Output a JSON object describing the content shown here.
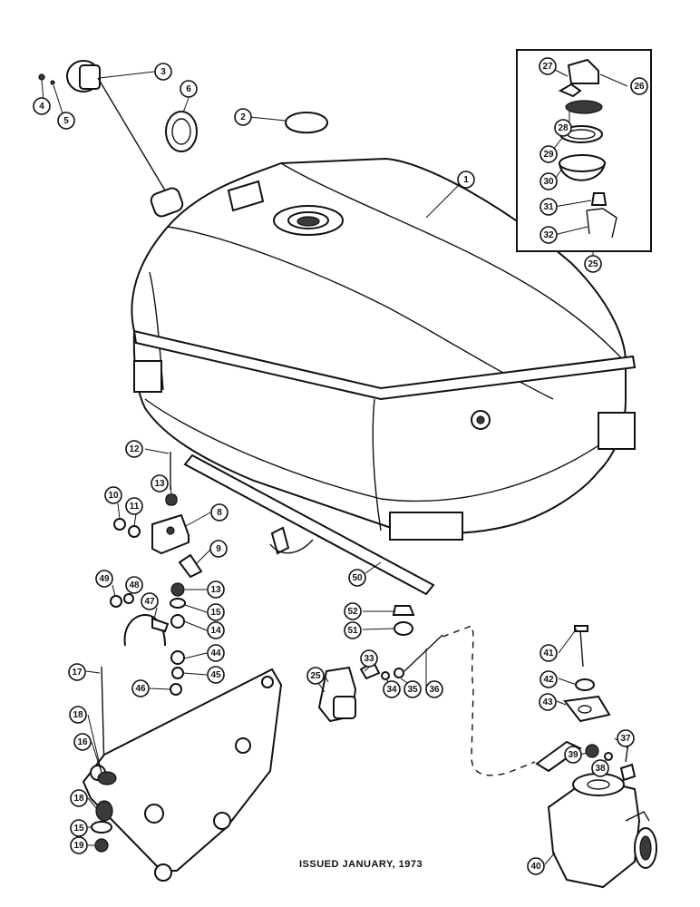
{
  "footer": {
    "issued": "ISSUED JANUARY, 1973"
  },
  "callouts": [
    {
      "id": "c1",
      "label": "1"
    },
    {
      "id": "c2",
      "label": "2"
    },
    {
      "id": "c3",
      "label": "3"
    },
    {
      "id": "c4",
      "label": "4"
    },
    {
      "id": "c5",
      "label": "5"
    },
    {
      "id": "c6",
      "label": "6"
    },
    {
      "id": "c8",
      "label": "8"
    },
    {
      "id": "c9",
      "label": "9"
    },
    {
      "id": "c10",
      "label": "10"
    },
    {
      "id": "c11",
      "label": "11"
    },
    {
      "id": "c12",
      "label": "12"
    },
    {
      "id": "c13a",
      "label": "13"
    },
    {
      "id": "c13b",
      "label": "13"
    },
    {
      "id": "c14",
      "label": "14"
    },
    {
      "id": "c15a",
      "label": "15"
    },
    {
      "id": "c15b",
      "label": "15"
    },
    {
      "id": "c16",
      "label": "16"
    },
    {
      "id": "c17",
      "label": "17"
    },
    {
      "id": "c18a",
      "label": "18"
    },
    {
      "id": "c18b",
      "label": "18"
    },
    {
      "id": "c19",
      "label": "19"
    },
    {
      "id": "c25a",
      "label": "25"
    },
    {
      "id": "c25b",
      "label": "25"
    },
    {
      "id": "c26",
      "label": "26"
    },
    {
      "id": "c27",
      "label": "27"
    },
    {
      "id": "c28",
      "label": "28"
    },
    {
      "id": "c29",
      "label": "29"
    },
    {
      "id": "c30",
      "label": "30"
    },
    {
      "id": "c31",
      "label": "31"
    },
    {
      "id": "c32",
      "label": "32"
    },
    {
      "id": "c33",
      "label": "33"
    },
    {
      "id": "c34",
      "label": "34"
    },
    {
      "id": "c35",
      "label": "35"
    },
    {
      "id": "c36",
      "label": "36"
    },
    {
      "id": "c37",
      "label": "37"
    },
    {
      "id": "c38",
      "label": "38"
    },
    {
      "id": "c39",
      "label": "39"
    },
    {
      "id": "c40",
      "label": "40"
    },
    {
      "id": "c41",
      "label": "41"
    },
    {
      "id": "c42",
      "label": "42"
    },
    {
      "id": "c43",
      "label": "43"
    },
    {
      "id": "c44",
      "label": "44"
    },
    {
      "id": "c45",
      "label": "45"
    },
    {
      "id": "c46",
      "label": "46"
    },
    {
      "id": "c47",
      "label": "47"
    },
    {
      "id": "c48",
      "label": "48"
    },
    {
      "id": "c49",
      "label": "49"
    },
    {
      "id": "c50",
      "label": "50"
    },
    {
      "id": "c51",
      "label": "51"
    },
    {
      "id": "c52",
      "label": "52"
    }
  ]
}
